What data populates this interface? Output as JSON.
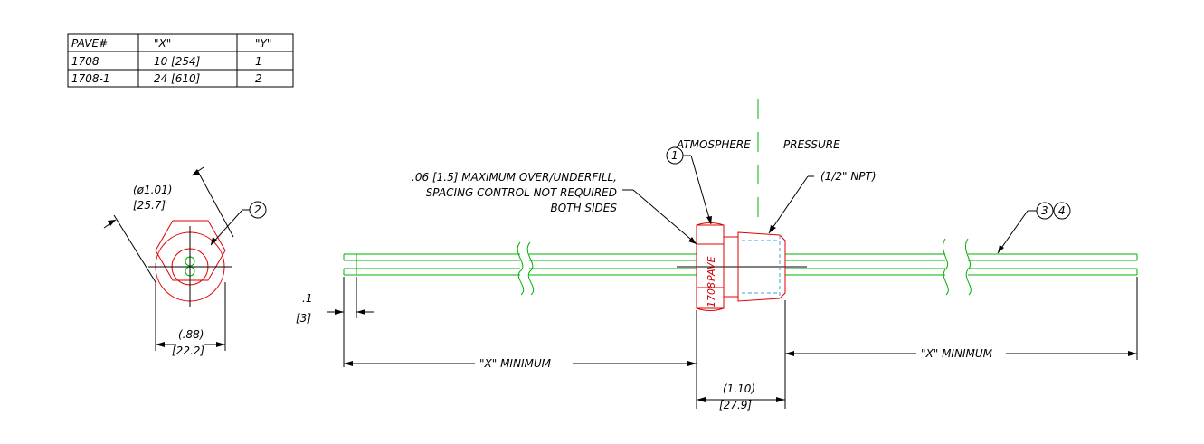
{
  "table": {
    "headers": [
      "PAVE#",
      "\"X\"",
      "\"Y\""
    ],
    "rows": [
      [
        "1708",
        "10 [254]",
        "1"
      ],
      [
        "1708-1",
        "24 [610]",
        "2"
      ]
    ]
  },
  "labels": {
    "atmosphere": "ATMOSPHERE",
    "pressure": "PRESSURE",
    "fill_note_1": ".06 [1.5] MAXIMUM OVER/UNDERFILL,",
    "fill_note_2": "SPACING CONTROL NOT REQUIRED",
    "fill_note_3": "BOTH SIDES",
    "npt": "(1/2\" NPT)",
    "hex_across_corners_in": "(ø1.01)",
    "hex_across_corners_mm": "[25.7]",
    "hex_flats_in": "(.88)",
    "hex_flats_mm": "[22.2]",
    "gap_in": ".1",
    "gap_mm": "[3]",
    "x_min_left": "\"X\" MINIMUM",
    "x_min_right": "\"X\" MINIMUM",
    "fitting_len_in": "(1.10)",
    "fitting_len_mm": "[27.9]",
    "marking_1": "PAVE",
    "marking_2": "1708"
  },
  "balloons": [
    "1",
    "2",
    "3",
    "4"
  ],
  "colors": {
    "tube": "#00b000",
    "fitting": "#e00000",
    "thread": "#3aa0e0",
    "dimension": "#000000"
  }
}
